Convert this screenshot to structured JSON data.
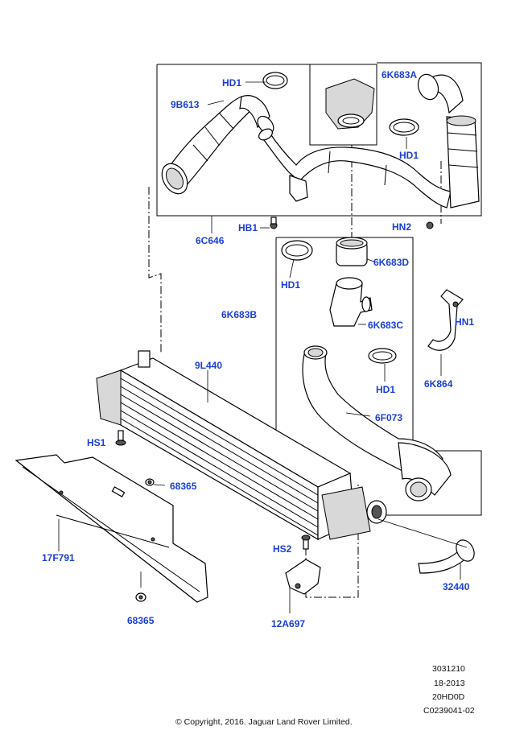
{
  "diagram": {
    "title": "Intercooler and charge air hoses",
    "callouts": [
      {
        "id": "hd1_a",
        "label": "HD1"
      },
      {
        "id": "9b613",
        "label": "9B613"
      },
      {
        "id": "6k683a",
        "label": "6K683A"
      },
      {
        "id": "hd1_b",
        "label": "HD1"
      },
      {
        "id": "hb1",
        "label": "HB1"
      },
      {
        "id": "6c646",
        "label": "6C646"
      },
      {
        "id": "hn2",
        "label": "HN2"
      },
      {
        "id": "6k683d",
        "label": "6K683D"
      },
      {
        "id": "hd1_c",
        "label": "HD1"
      },
      {
        "id": "6k683b",
        "label": "6K683B"
      },
      {
        "id": "6k683c",
        "label": "6K683C"
      },
      {
        "id": "hn1",
        "label": "HN1"
      },
      {
        "id": "9l440",
        "label": "9L440"
      },
      {
        "id": "hd1_d",
        "label": "HD1"
      },
      {
        "id": "6k864",
        "label": "6K864"
      },
      {
        "id": "6f073",
        "label": "6F073"
      },
      {
        "id": "hs1",
        "label": "HS1"
      },
      {
        "id": "68365_a",
        "label": "68365"
      },
      {
        "id": "17f791",
        "label": "17F791"
      },
      {
        "id": "hs2",
        "label": "HS2"
      },
      {
        "id": "32440",
        "label": "32440"
      },
      {
        "id": "68365_b",
        "label": "68365"
      },
      {
        "id": "12a697",
        "label": "12A697"
      }
    ]
  },
  "reference": {
    "number": "3031210",
    "issue": "18-2013",
    "model_code": "20HD0D",
    "catalogue_code": "C0239041-02"
  },
  "copyright": "© Copyright, 2016. Jaguar Land Rover Limited."
}
